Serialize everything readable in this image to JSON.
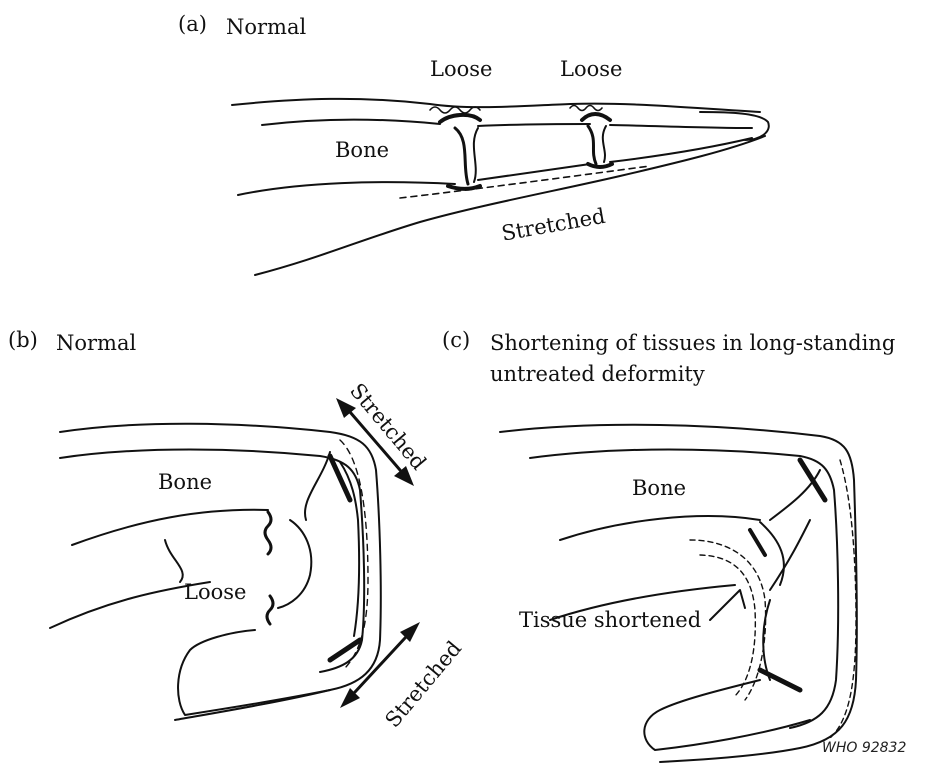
{
  "panels": {
    "a": {
      "letter": "(a)",
      "caption": "Normal",
      "labels": {
        "loose_1": "Loose",
        "loose_2": "Loose",
        "bone": "Bone",
        "stretched": "Stretched"
      }
    },
    "b": {
      "letter": "(b)",
      "caption": "Normal",
      "labels": {
        "stretched_top": "Stretched",
        "bone": "Bone",
        "loose": "Loose",
        "stretched_bottom": "Stretched"
      }
    },
    "c": {
      "letter": "(c)",
      "caption_line1": "Shortening of tissues in long-standing",
      "caption_line2": "untreated deformity",
      "labels": {
        "bone": "Bone",
        "tissue_shortened": "Tissue shortened"
      }
    }
  },
  "credit": "WHO 92832",
  "colors": {
    "ink": "#111111",
    "background": "#ffffff"
  }
}
